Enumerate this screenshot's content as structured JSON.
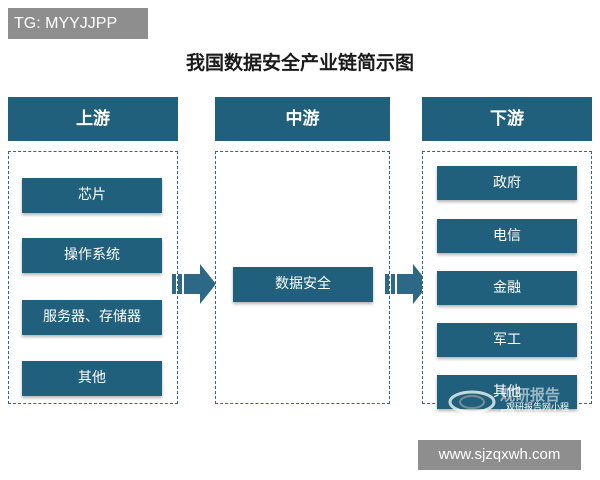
{
  "tag": "TG: MYYJJPP",
  "title": "我国数据安全产业链简示图",
  "columns": [
    {
      "header": "上游",
      "items": [
        "芯片",
        "操作系统",
        "服务器、存储器",
        "其他"
      ]
    },
    {
      "header": "中游",
      "items": [
        "数据安全"
      ]
    },
    {
      "header": "下游",
      "items": [
        "政府",
        "电信",
        "金融",
        "军工",
        "其他"
      ]
    }
  ],
  "watermark": "www.sjzqxwh.com",
  "logo_text": "观研报告网",
  "logo_sub": "观研报告网小程",
  "colors": {
    "box": "#21607c",
    "border": "#2d6987",
    "arrow": "#2d6987"
  }
}
